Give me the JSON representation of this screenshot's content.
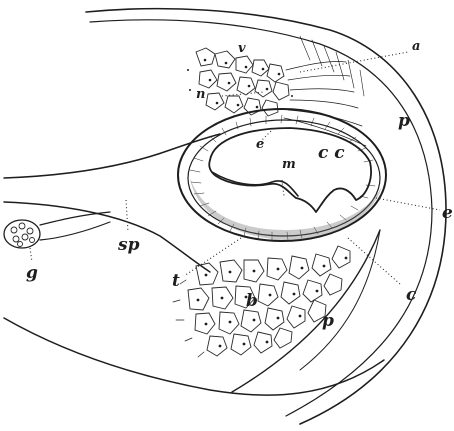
{
  "labels": {
    "a": "a",
    "v": "v",
    "n": "n",
    "p_upper": "p",
    "e_inner": "e",
    "m": "m",
    "cc": "c c",
    "e_right": "e",
    "sp": "sp",
    "g": "g",
    "t": "t",
    "b": "b",
    "p_lower": "p",
    "c": "c"
  },
  "colors": {
    "ink": "#1e1e1e",
    "paper": "#ffffff"
  }
}
